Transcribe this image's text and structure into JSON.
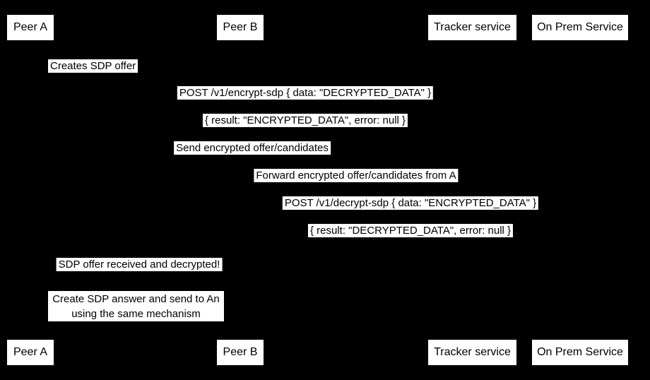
{
  "diagram": {
    "type": "sequence-diagram",
    "colors": {
      "background": "#000000",
      "box_fill": "#ffffff",
      "text": "#000000"
    },
    "participants": [
      {
        "id": "peer-a",
        "label": "Peer A"
      },
      {
        "id": "peer-b",
        "label": "Peer B"
      },
      {
        "id": "tracker",
        "label": "Tracker service"
      },
      {
        "id": "onprem",
        "label": "On Prem Service"
      }
    ],
    "messages": [
      {
        "text": "Creates SDP offer"
      },
      {
        "text": "POST /v1/encrypt-sdp { data: \"DECRYPTED_DATA\" }"
      },
      {
        "text": "{ result: \"ENCRYPTED_DATA\", error: null }"
      },
      {
        "text": "Send encrypted offer/candidates"
      },
      {
        "text": "Forward encrypted offer/candidates from A"
      },
      {
        "text": "POST /v1/decrypt-sdp { data: \"ENCRYPTED_DATA\" }"
      },
      {
        "text": "{ result: \"DECRYPTED_DATA\", error: null }"
      },
      {
        "text": "SDP offer received and decrypted!"
      }
    ],
    "note": {
      "lines": [
        "Create SDP answer and send to An",
        "using the same mechanism"
      ]
    }
  }
}
